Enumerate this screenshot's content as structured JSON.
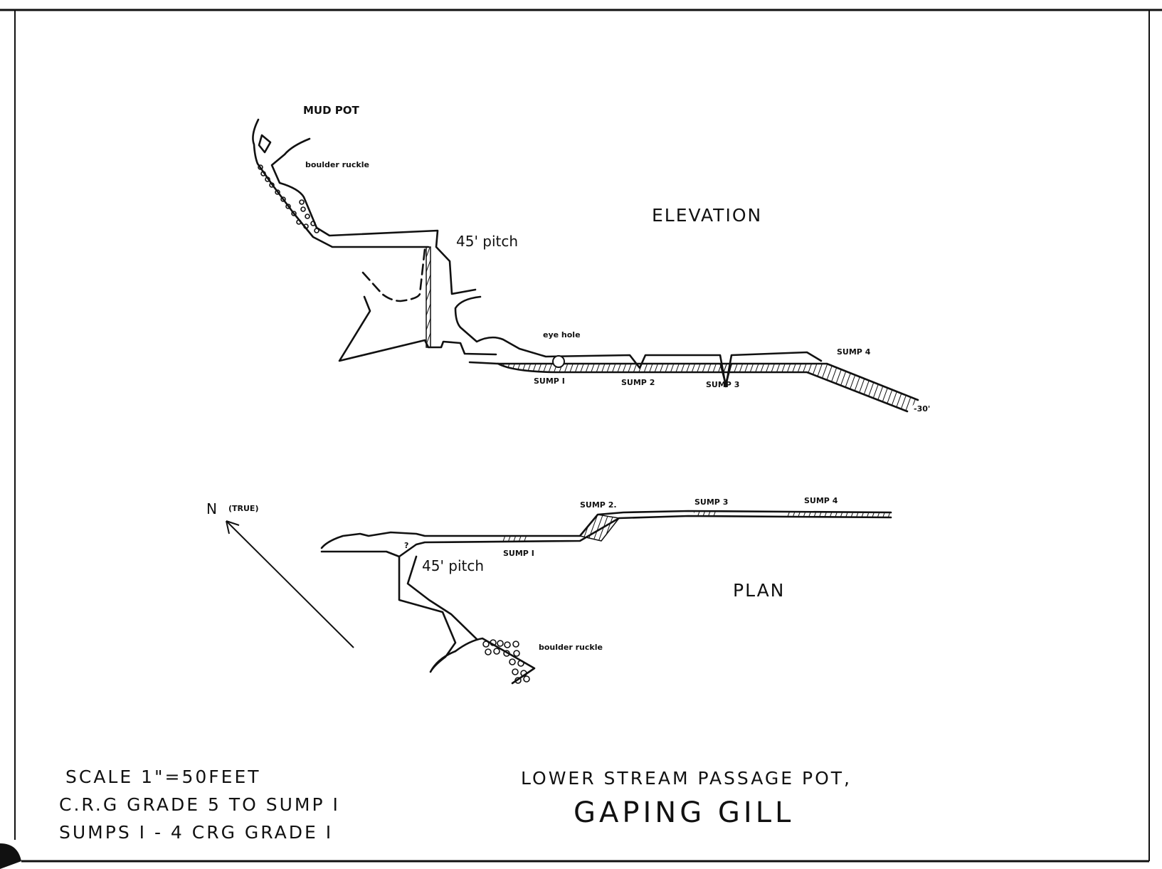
{
  "elevation": {
    "title": "ELEVATION",
    "labels": {
      "mud_pot": "MUD POT",
      "boulder_ruckle": "boulder ruckle",
      "pitch": "45' pitch",
      "eye_hole": "eye hole",
      "sump1": "SUMP I",
      "sump2": "SUMP 2",
      "sump3": "SUMP 3",
      "sump4": "SUMP 4",
      "depth": "-30'"
    }
  },
  "plan": {
    "title": "PLAN",
    "north": "N",
    "north_note": "(TRUE)",
    "labels": {
      "sump1": "SUMP I",
      "sump2": "SUMP 2.",
      "sump3": "SUMP 3",
      "sump4": "SUMP 4",
      "pitch": "45' pitch",
      "boulder_ruckle": "boulder ruckle",
      "marker": "?"
    }
  },
  "notes": {
    "scale": "SCALE 1\"=50FEET",
    "grade1": "C.R.G GRADE 5 TO SUMP I",
    "grade2": "SUMPS I - 4 CRG GRADE I"
  },
  "title": {
    "subtitle": "LOWER STREAM PASSAGE POT,",
    "name": "GAPING GILL"
  }
}
